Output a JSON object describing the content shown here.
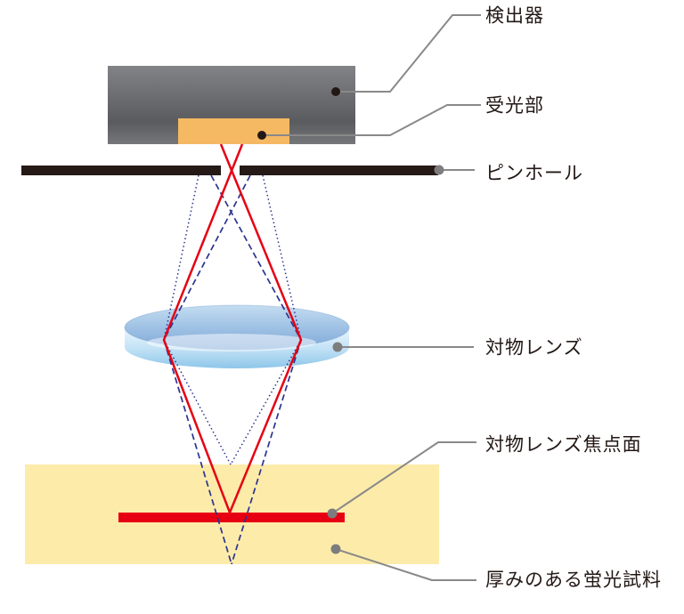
{
  "diagram": {
    "subject": "confocal-pinhole-optics",
    "labels": {
      "detector": "検出器",
      "receiver": "受光部",
      "pinhole": "ピンホール",
      "objective_lens": "対物レンズ",
      "focal_plane": "対物レンズ焦点面",
      "sample": "厚みのある蛍光試料"
    },
    "colors": {
      "detector_body_top": "#828386",
      "detector_body_mid": "#5a5b5e",
      "detector_body_bottom": "#76777b",
      "receiver_fill": "#f5b963",
      "pinhole_bar": "#261a16",
      "ray_in_focus_red": "#e60012",
      "ray_out_of_focus_blue": "#2b3490",
      "lens_blue_dark": "#7ea8d8",
      "lens_blue_mid": "#9cbfe3",
      "lens_blue_light": "#edf6fd",
      "sample_fill": "#fdeba9",
      "focal_plane_bar": "#e60012",
      "leader_line": "#898989",
      "anchor_dot_dark": "#231815",
      "anchor_dot_gray": "#7d7d7d",
      "label_text": "#231815"
    }
  }
}
